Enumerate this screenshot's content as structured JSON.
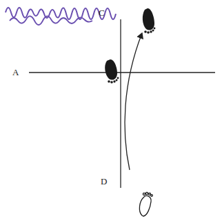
{
  "diagram": {
    "labels": [
      "A",
      "C",
      "D"
    ]
  }
}
